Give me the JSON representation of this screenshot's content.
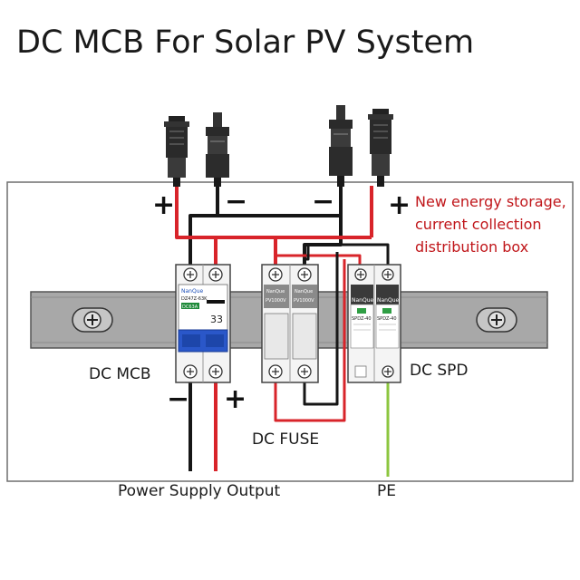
{
  "title": "DC MCB For Solar PV System",
  "annotation": {
    "lines": [
      "New energy storage,",
      "current collection",
      "distribution box"
    ]
  },
  "labels": {
    "dc_mcb": "DC MCB",
    "dc_spd": "DC SPD",
    "dc_fuse": "DC FUSE",
    "power_supply_output": "Power Supply Output",
    "pe": "PE"
  },
  "polarity": {
    "input_left_plus": "+",
    "input_left_minus": "−",
    "input_right_minus": "−",
    "input_right_plus": "+",
    "output_minus": "−",
    "output_plus": "+"
  },
  "devices": {
    "mcb": {
      "brand": "NanQue",
      "model": "DZ47Z-63K",
      "rating": "DC63A",
      "number": "33"
    },
    "fuse": {
      "brand_left": "NanQue",
      "brand_right": "NanQue",
      "voltage_left": "PV1000V",
      "voltage_right": "PV1000V"
    },
    "spd": {
      "brand_left": "NanQue",
      "brand_right": "NanQue",
      "model_left": "SPDZ-40",
      "model_right": "SPDZ-40",
      "terminal_top_plus": "+",
      "terminal_top_minus": "−"
    }
  },
  "colors": {
    "wire_red": "#d8242a",
    "wire_black": "#161616",
    "wire_pe": "#8cc63f",
    "annotation": "#c0161a",
    "rail": "#a9a9a9",
    "mcb_handle": "#2a57c9",
    "spd_window": "#2f9e44"
  }
}
